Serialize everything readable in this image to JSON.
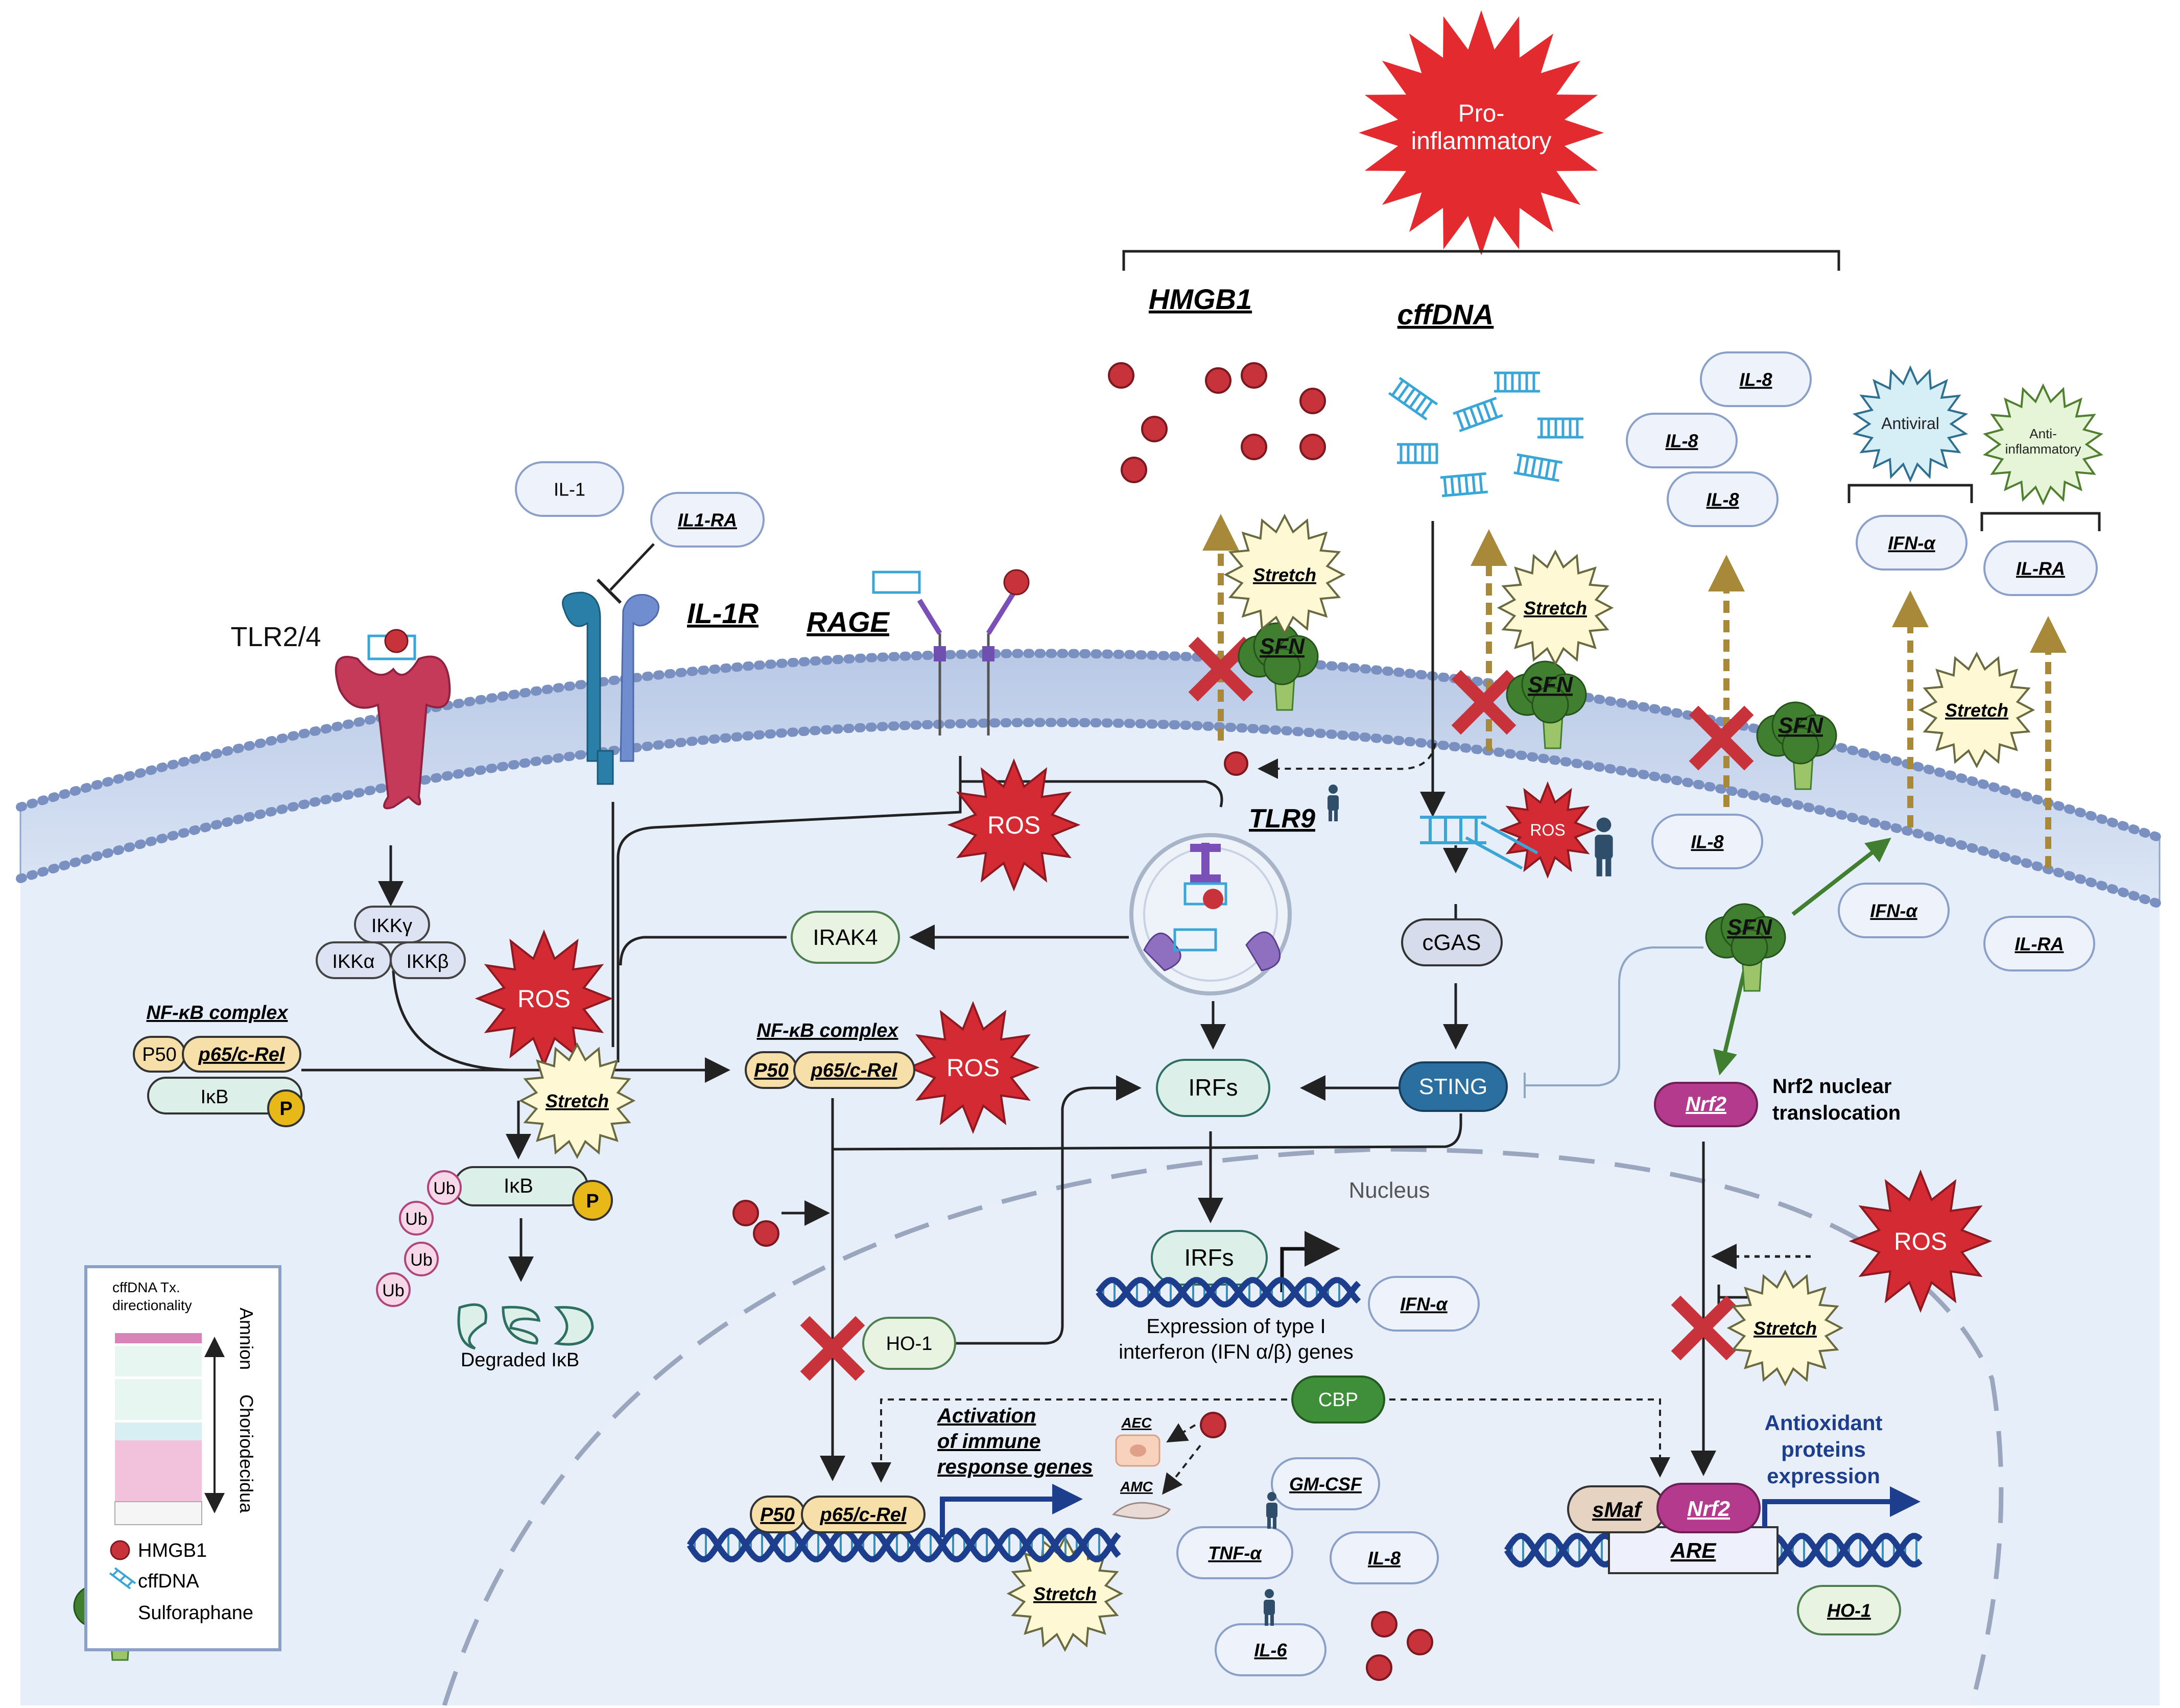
{
  "top": {
    "burst_label_line1": "Pro-",
    "burst_label_line2": "inflammatory",
    "hmgb1": "HMGB1",
    "cffdna": "cffDNA"
  },
  "receptors": {
    "tlr": "TLR2/4",
    "il1r": "IL-1R",
    "rage": "RAGE",
    "tlr9": "TLR9",
    "il1": "IL-1",
    "il1ra": "IL1-RA"
  },
  "stimuli": {
    "ros": "ROS",
    "stretch": "Stretch",
    "sfn": "SFN"
  },
  "cytokines": {
    "il8": "IL-8",
    "ifn_a": "IFN-α",
    "il_ra": "IL-RA",
    "antiviral": "Antiviral",
    "anti_inflammatory_line1": "Anti-",
    "anti_inflammatory_line2": "inflammatory",
    "gm_csf": "GM-CSF",
    "tnf_a": "TNF-α",
    "il6": "IL-6",
    "ho1": "HO-1"
  },
  "pathway": {
    "ikkg": "IKKγ",
    "ikka": "IKKα",
    "ikkb": "IKKβ",
    "nfkb_complex": "NF-κB complex",
    "p50": "P50",
    "p65": "p65/c-Rel",
    "ikb": "IκB",
    "p": "P",
    "ub": "Ub",
    "degraded_ikb": "Degraded IκB",
    "irak4": "IRAK4",
    "cgas": "cGAS",
    "sting": "STING",
    "irfs": "IRFs",
    "nrf2": "Nrf2",
    "nrf2_translocation_line1": "Nrf2 nuclear",
    "nrf2_translocation_line2": "translocation",
    "nucleus": "Nucleus",
    "type1_ifn_line1": "Expression of type I",
    "type1_ifn_line2": "interferon (IFN α/β) genes",
    "cbp": "CBP",
    "activation_line1": "Activation",
    "activation_line2": "of immune",
    "activation_line3": "response genes",
    "aec": "AEC",
    "amc": "AMC",
    "smaf": "sMaf",
    "are": "ARE",
    "antioxidant_line1": "Antioxidant",
    "antioxidant_line2": "proteins",
    "antioxidant_line3": "expression"
  },
  "legend": {
    "title_line1": "cffDNA Tx.",
    "title_line2": "directionality",
    "amnion": "Amnion",
    "choriodecidua": "Choriodecidua",
    "hmgb1": "HMGB1",
    "cffdna": "cffDNA",
    "sulforaphane": "Sulforaphane"
  },
  "colors": {
    "cell": "#e6eef9",
    "membrane_head": "#a9bcdc",
    "hmgb1": "#c8323a",
    "dna": "#3aa6d8",
    "ros": "#d42a33",
    "stretch": "#fff8d4",
    "broccoli": "#3f7f2f",
    "arrow_gold": "#a8893a",
    "nrf2": "#b43a8e",
    "sting": "#2a6f9f",
    "cbp": "#3f8f3a",
    "dark_blue": "#1d3e8c"
  }
}
